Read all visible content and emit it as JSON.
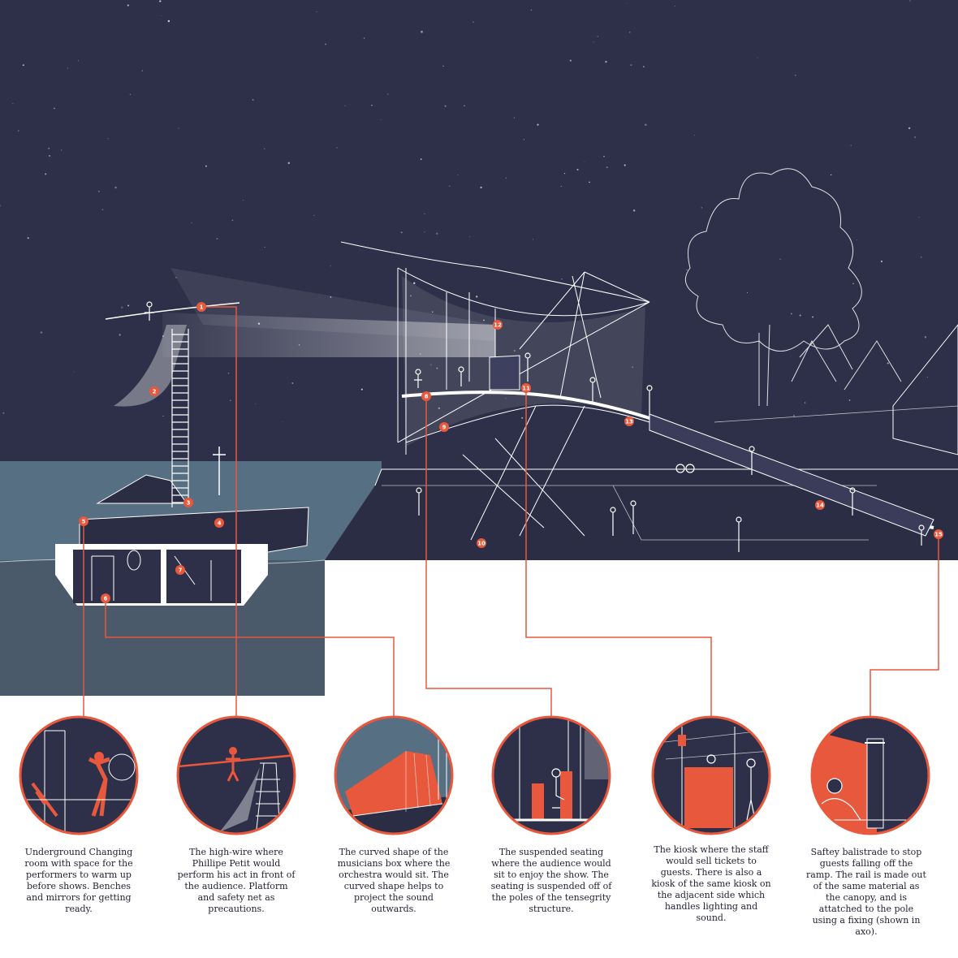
{
  "markers": [
    {
      "num": "1"
    },
    {
      "num": "2"
    },
    {
      "num": "3"
    },
    {
      "num": "4"
    },
    {
      "num": "5"
    },
    {
      "num": "6"
    },
    {
      "num": "7"
    },
    {
      "num": "8"
    },
    {
      "num": "9"
    },
    {
      "num": "10"
    },
    {
      "num": "11"
    },
    {
      "num": "12"
    },
    {
      "num": "13"
    },
    {
      "num": "14"
    },
    {
      "num": "15"
    }
  ],
  "callouts": [
    {
      "text": "Underground Changing room with space for the performers to warm up before shows. Benches and mirrors for getting ready."
    },
    {
      "text": "The high-wire where Phillipe Petit would perform his act in front of the audience. Platform and safety net as precautions."
    },
    {
      "text": "The curved shape of the musicians box where the orchestra would sit. The curved shape helps to project the sound outwards."
    },
    {
      "text": "The suspended seating where the audience would sit to enjoy the show. The seating is suspended off of the poles of the tensegrity structure."
    },
    {
      "text": "The kiosk where the staff would sell tickets to guests. There is also a kiosk of the same kiosk on the adjacent side which handles lighting and sound."
    },
    {
      "text": "Saftey balistrade to stop guests falling off the ramp. The rail is made out of the same material as the canopy, and is attatched to the pole using a fixing (shown in axo)."
    }
  ],
  "colors": {
    "sky": "#2e3049",
    "water": "#566f83",
    "water_deep": "#4a5a6b",
    "accent": "#e8583c",
    "line": "#ffffff",
    "text": "#1f2033"
  }
}
